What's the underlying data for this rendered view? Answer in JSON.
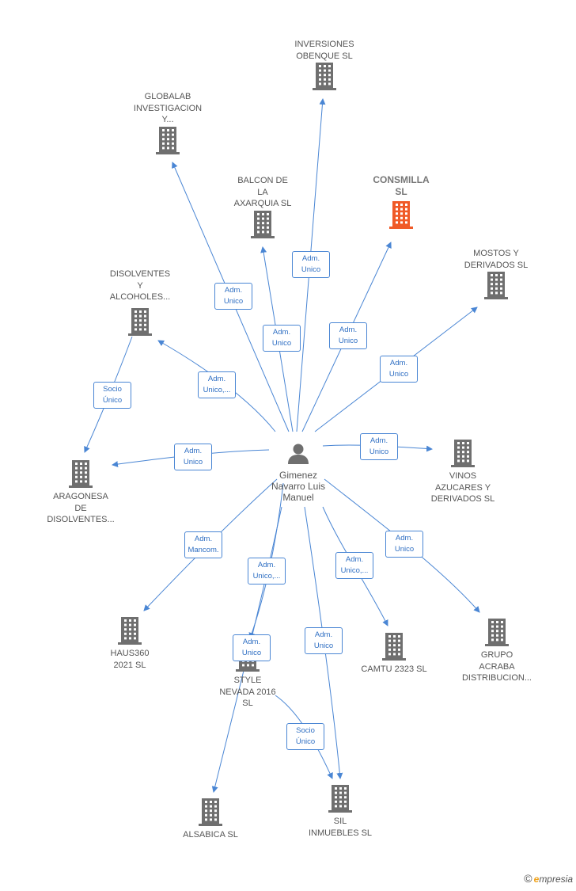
{
  "colors": {
    "edge": "#4a86d4",
    "building": "#6f6f6f",
    "highlight": "#f05a28"
  },
  "person": {
    "name": "Gimenez\nNavarro Luis\nManuel",
    "icon": "person-icon"
  },
  "nodes": [
    {
      "id": "inversiones-obenque",
      "label": "INVERSIONES\nOBENQUE SL"
    },
    {
      "id": "globalab",
      "label": "GLOBALAB\nINVESTIGACION\nY..."
    },
    {
      "id": "balcon-axarquia",
      "label": "BALCON DE\nLA\nAXARQUIA SL"
    },
    {
      "id": "consmilla",
      "label": "CONSMILLA\nSL",
      "highlight": true
    },
    {
      "id": "mostos-derivados",
      "label": "MOSTOS Y\nDERIVADOS  SL"
    },
    {
      "id": "disolventes-alcoholes",
      "label": "DISOLVENTES\nY\nALCOHOLES..."
    },
    {
      "id": "aragonesa-disolventes",
      "label": "ARAGONESA\nDE\nDISOLVENTES..."
    },
    {
      "id": "vinos-azucares",
      "label": "VINOS\nAZUCARES Y\nDERIVADOS SL"
    },
    {
      "id": "haus360",
      "label": "HAUS360\n2021  SL"
    },
    {
      "id": "style-nevada",
      "label": "STYLE\nNEVADA 2016\nSL"
    },
    {
      "id": "camtu-2323",
      "label": "CAMTU 2323  SL"
    },
    {
      "id": "grupo-acraba",
      "label": "GRUPO\nACRABA\nDISTRIBUCION..."
    },
    {
      "id": "alsabica",
      "label": "ALSABICA  SL"
    },
    {
      "id": "sil-inmuebles",
      "label": "SIL\nINMUEBLES SL"
    }
  ],
  "edges": [
    {
      "id": "e-obenque",
      "label": "Adm.\nUnico"
    },
    {
      "id": "e-globalab",
      "label": "Adm.\nUnico"
    },
    {
      "id": "e-balcon",
      "label": "Adm.\nUnico"
    },
    {
      "id": "e-consmilla",
      "label": "Adm.\nUnico"
    },
    {
      "id": "e-mostos",
      "label": "Adm.\nUnico"
    },
    {
      "id": "e-disolventes",
      "label": "Adm.\nUnico,..."
    },
    {
      "id": "e-disolventes-aragonesa",
      "label": "Socio\nÚnico"
    },
    {
      "id": "e-aragonesa",
      "label": "Adm.\nUnico"
    },
    {
      "id": "e-vinos",
      "label": "Adm.\nUnico"
    },
    {
      "id": "e-haus",
      "label": "Adm.\nMancom."
    },
    {
      "id": "e-style",
      "label": "Adm.\nUnico,..."
    },
    {
      "id": "e-alsabica",
      "label": "Adm.\nUnico"
    },
    {
      "id": "e-sil",
      "label": "Adm.\nUnico"
    },
    {
      "id": "e-camtu",
      "label": "Adm.\nUnico,..."
    },
    {
      "id": "e-acraba",
      "label": "Adm.\nUnico"
    },
    {
      "id": "e-style-sil",
      "label": "Socio\nÚnico"
    }
  ],
  "brand": {
    "copyright": "©",
    "initial": "e",
    "rest": "mpresia"
  }
}
